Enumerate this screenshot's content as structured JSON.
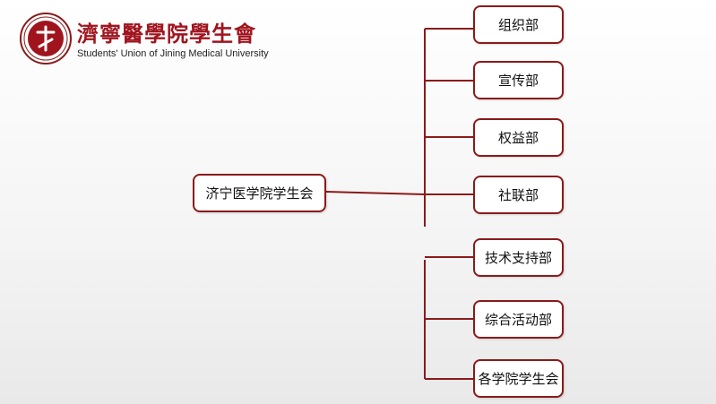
{
  "header": {
    "title": "濟寧醫學院學生會",
    "subtitle": "Students' Union of Jining Medical University"
  },
  "org_chart": {
    "root": "济宁医学院学生会",
    "departments": [
      "组织部",
      "宣传部",
      "权益部",
      "社联部",
      "技术支持部",
      "综合活动部",
      "各学院学生会"
    ]
  },
  "colors": {
    "accent": "#8b1a1a",
    "title": "#a0141e"
  }
}
